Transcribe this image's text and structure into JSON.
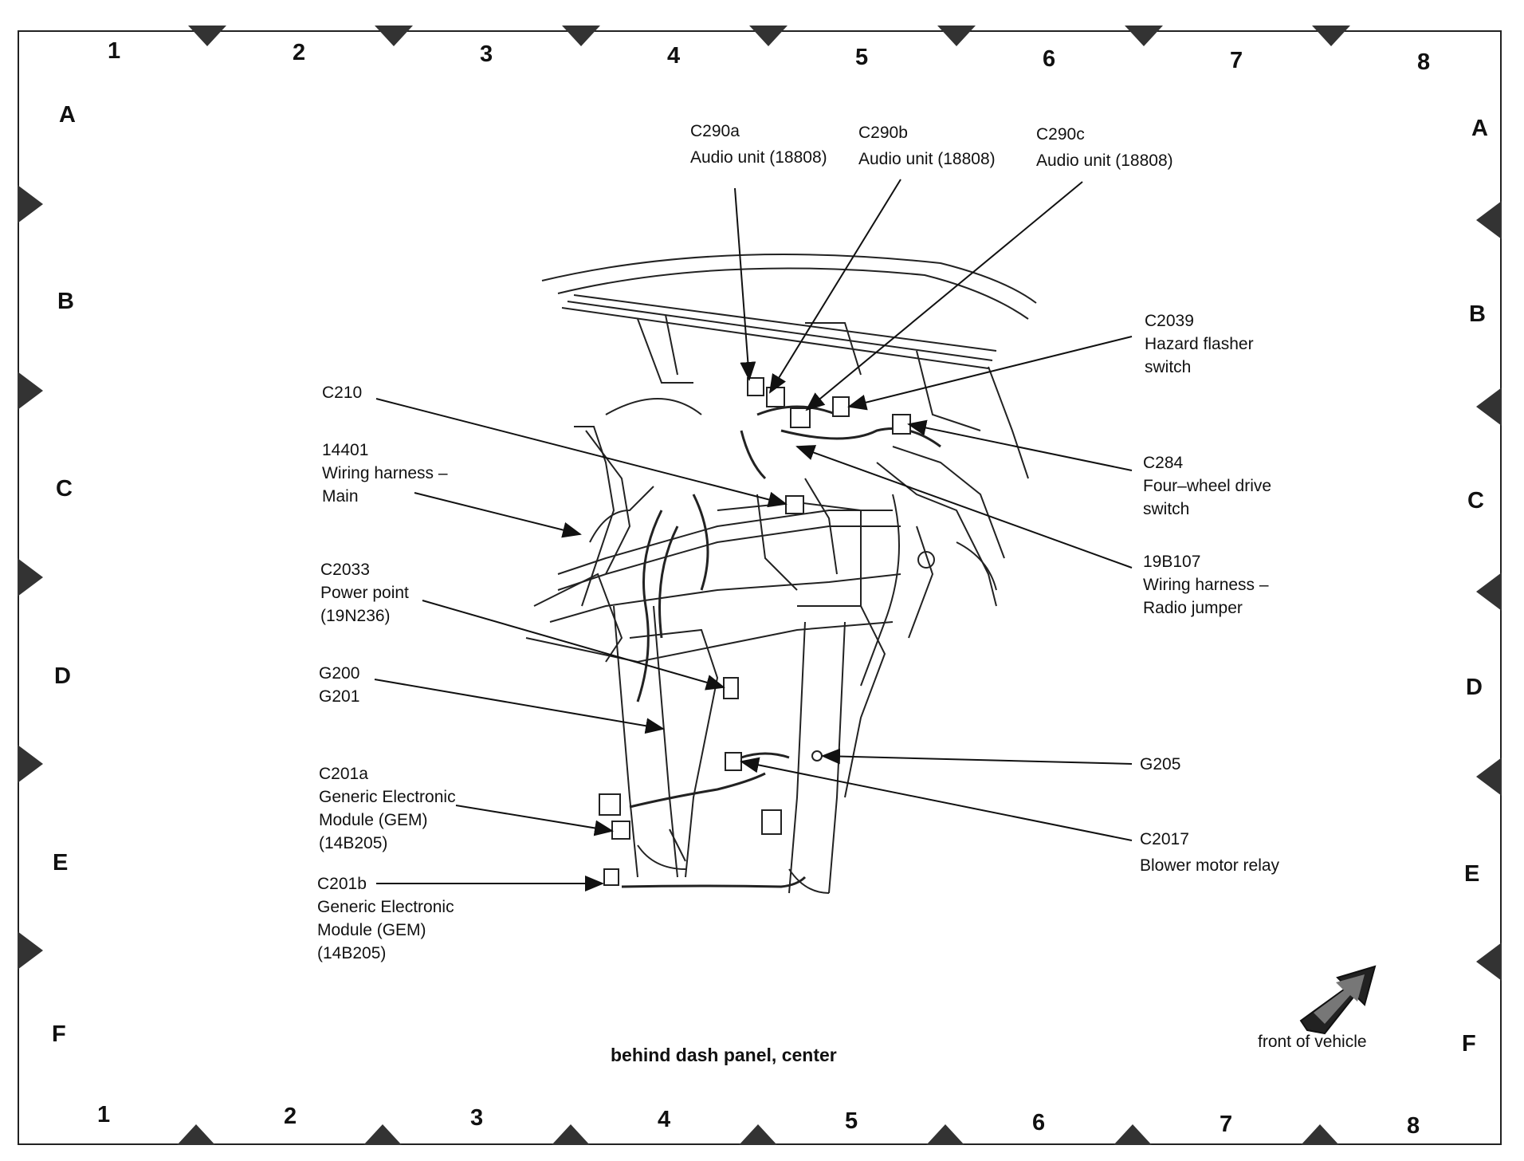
{
  "grid": {
    "columns": [
      "1",
      "2",
      "3",
      "4",
      "5",
      "6",
      "7",
      "8"
    ],
    "rows": [
      "A",
      "B",
      "C",
      "D",
      "E",
      "F"
    ]
  },
  "callouts": {
    "c290a": {
      "id": "C290a",
      "desc": "Audio unit (18808)"
    },
    "c290b": {
      "id": "C290b",
      "desc": "Audio unit (18808)"
    },
    "c290c": {
      "id": "C290c",
      "desc": "Audio unit (18808)"
    },
    "c2039": {
      "id": "C2039",
      "line1": "Hazard flasher",
      "line2": "switch"
    },
    "c284": {
      "id": "C284",
      "line1": "Four–wheel drive",
      "line2": "switch"
    },
    "b19b107": {
      "id": "19B107",
      "line1": "Wiring harness –",
      "line2": "Radio jumper"
    },
    "g205": {
      "id": "G205"
    },
    "c2017": {
      "id": "C2017",
      "desc": "Blower motor relay"
    },
    "c210": {
      "id": "C210"
    },
    "h14401": {
      "id": "14401",
      "line1": "Wiring harness –",
      "line2": "Main"
    },
    "c2033": {
      "id": "C2033",
      "line1": "Power point",
      "line2": "(19N236)"
    },
    "g200": {
      "id1": "G200",
      "id2": "G201"
    },
    "c201a": {
      "id": "C201a",
      "line1": "Generic Electronic",
      "line2": "Module (GEM)",
      "line3": "(14B205)"
    },
    "c201b": {
      "id": "C201b",
      "line1": "Generic Electronic",
      "line2": "Module (GEM)",
      "line3": "(14B205)"
    }
  },
  "caption": "behind dash panel, center",
  "orientation_label": "front of vehicle",
  "colors": {
    "ink": "#111111",
    "paper": "#ffffff",
    "marker": "#333333"
  }
}
